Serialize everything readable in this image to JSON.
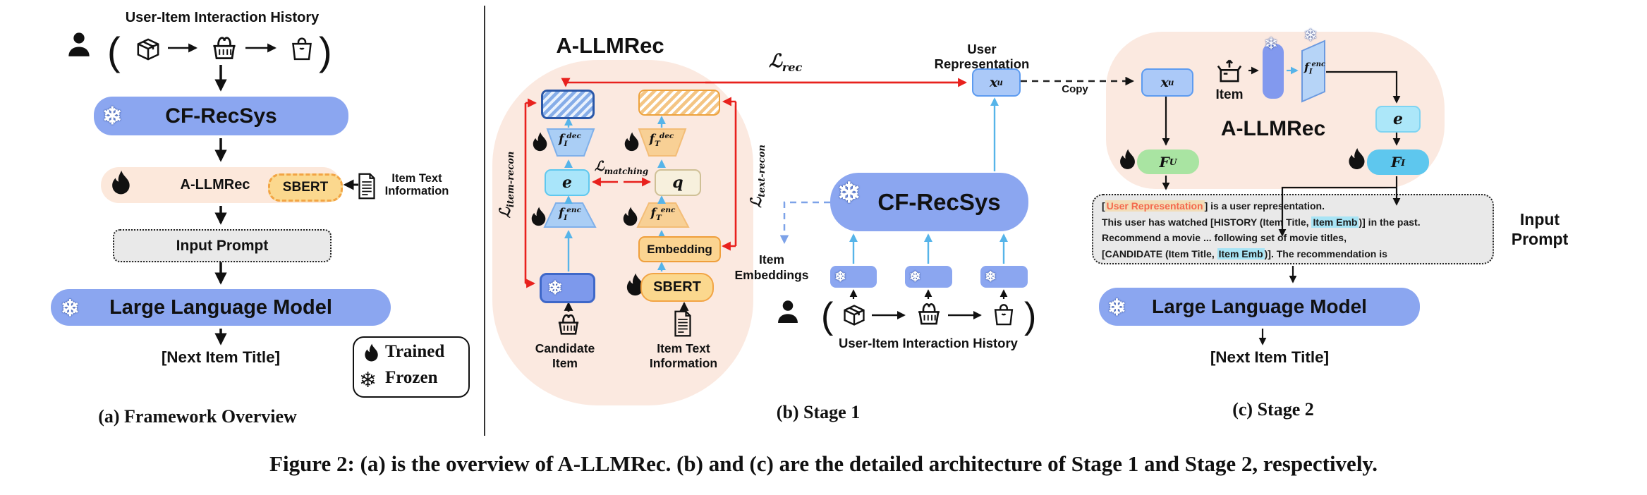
{
  "figure_caption": "Figure 2: (a) is the overview of A-LLMRec. (b) and (c) are the detailed architecture of Stage 1 and Stage 2, respectively.",
  "legend": {
    "trained": "Trained",
    "frozen": "Frozen"
  },
  "colors": {
    "blue_box": "#8BA6F0",
    "peach_blob": "#FBE9E0",
    "orange_box": "#FBD88E",
    "orange_border": "#F2A444",
    "red_arrow": "#E8211D",
    "light_blue_arrow": "#56B4E9",
    "cyan_box": "#A9E5FA",
    "cream_box": "#F7F0DD",
    "green_box": "#A9E4A2",
    "sky_box": "#5EC7EE",
    "gray_box": "#E9E9E9",
    "tan_highlight": "#F2DDB8",
    "blue_highlight": "#A8E4F5",
    "user_repr_text": "#F4694D"
  },
  "panel_a": {
    "caption": "(a) Framework Overview",
    "history_title": "User-Item Interaction History",
    "paren_open": "(",
    "paren_close": ")",
    "cf_recsys": "CF-RecSys",
    "a_llmrec": "A-LLMRec",
    "sbert": "SBERT",
    "item_text_line1": "Item Text",
    "item_text_line2": "Information",
    "input_prompt": "Input Prompt",
    "llm": "Large Language Model",
    "next_item": "[Next Item Title]"
  },
  "panel_b": {
    "caption": "(b) Stage 1",
    "title": "A-LLMRec",
    "loss_rec": {
      "base": "ℒ",
      "sub": "rec"
    },
    "loss_matching": {
      "base": "ℒ",
      "sub": "matching"
    },
    "loss_item_recon": {
      "base": "ℒ",
      "sub": "item-recon"
    },
    "loss_text_recon": {
      "base": "ℒ",
      "sub": "text-recon"
    },
    "f_i_dec": {
      "base": "f",
      "sub": "I",
      "sup": "dec"
    },
    "f_t_dec": {
      "base": "f",
      "sub": "T",
      "sup": "dec"
    },
    "f_i_enc": {
      "base": "f",
      "sub": "I",
      "sup": "enc"
    },
    "f_t_enc": {
      "base": "f",
      "sub": "T",
      "sup": "enc"
    },
    "e_label": "e",
    "q_label": "q",
    "embedding": "Embedding",
    "sbert": "SBERT",
    "candidate_line1": "Candidate",
    "candidate_line2": "Item",
    "item_text_line1": "Item Text",
    "item_text_line2": "Information",
    "cf_recsys": "CF-RecSys",
    "item_emb_line1": "Item",
    "item_emb_line2": "Embeddings",
    "user_repr": "User Representation",
    "x_u": {
      "base": "x",
      "sup": "u"
    },
    "copy": "Copy",
    "paren_open": "(",
    "paren_close": ")",
    "history_title": "User-Item Interaction History"
  },
  "panel_c": {
    "caption": "(c) Stage 2",
    "title": "A-LLMRec",
    "x_u": {
      "base": "x",
      "sup": "u"
    },
    "item": "Item",
    "f_i_enc": {
      "base": "f",
      "sub": "I",
      "sup": "enc"
    },
    "e_label": "e",
    "f_u": {
      "base": "F",
      "sub": "U"
    },
    "f_i": {
      "base": "F",
      "sub": "I"
    },
    "prompt_line1_bracket": "[",
    "prompt_line1_highlight": "User Representation",
    "prompt_line1_rest": "] is a user representation.",
    "prompt_line2_pre": "This user has watched [HISTORY (Item Title, ",
    "prompt_line2_highlight": "Item Emb",
    "prompt_line2_rest": ")] in the past.",
    "prompt_line3": "Recommend a movie ... following set of movie titles,",
    "prompt_line4_pre": "[CANDIDATE (Item Title, ",
    "prompt_line4_highlight": "Item Emb",
    "prompt_line4_rest": ")]. The recommendation is",
    "input_prompt_line1": "Input",
    "input_prompt_line2": "Prompt",
    "llm": "Large Language Model",
    "next_item": "[Next Item Title]"
  }
}
